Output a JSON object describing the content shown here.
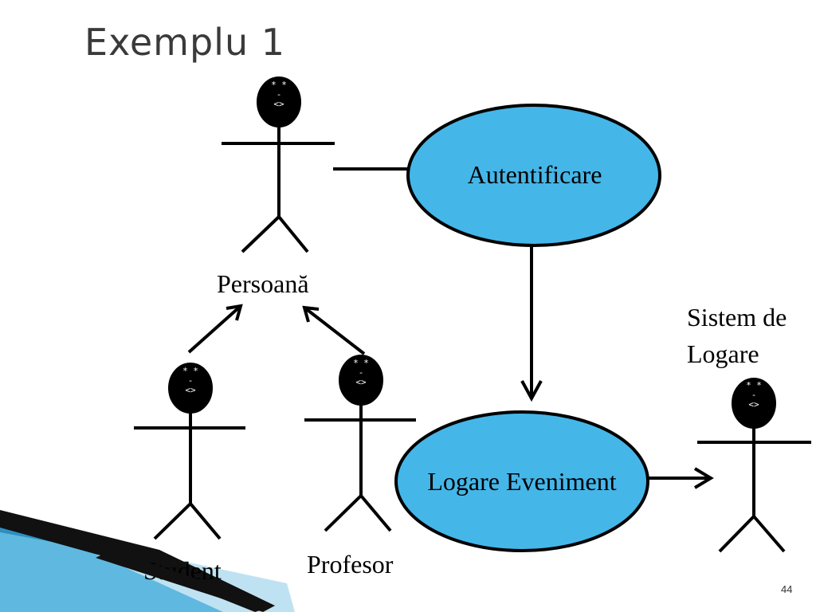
{
  "slide": {
    "title": "Exemplu 1",
    "page_number": "44"
  },
  "actors": {
    "persoana": {
      "label": "Persoană",
      "face": [
        "* *",
        "-",
        "<>"
      ]
    },
    "student": {
      "label": "Student",
      "face": [
        "* *",
        "-",
        "<>"
      ]
    },
    "profesor": {
      "label": "Profesor",
      "face": [
        "* *",
        "-",
        "<>"
      ]
    },
    "sistem": {
      "label_line1": "Sistem de",
      "label_line2": "Logare",
      "face": [
        "* *",
        "-",
        "<>"
      ]
    }
  },
  "use_cases": {
    "autentificare": "Autentificare",
    "logare": "Logare Eveniment"
  },
  "colors": {
    "use_case_fill": "#45b6e8",
    "title_text": "#3a3a3a"
  }
}
